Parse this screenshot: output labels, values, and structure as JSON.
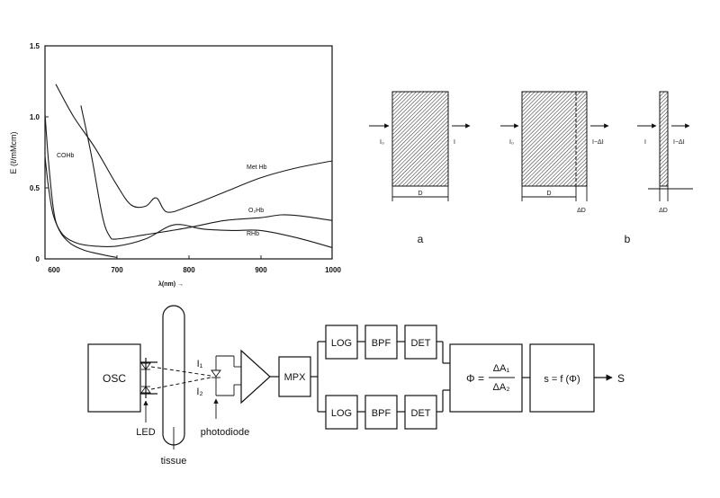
{
  "chart_data": {
    "type": "line",
    "title": "",
    "xlabel": "λ(nm) →",
    "ylabel": "E (ℓ/mMcm)",
    "xlim": [
      600,
      1000
    ],
    "ylim": [
      0,
      1.5
    ],
    "x_ticks": [
      "600",
      "700",
      "800",
      "900",
      "1000"
    ],
    "y_ticks": [
      "0",
      "0.5",
      "1.0",
      "1.5"
    ],
    "grid": false,
    "series": [
      {
        "name": "COHb",
        "x": [
          600,
          605,
          612,
          620,
          635,
          655,
          680,
          700
        ],
        "y": [
          1.02,
          0.68,
          0.34,
          0.2,
          0.11,
          0.06,
          0.03,
          0.01
        ]
      },
      {
        "name": "Met Hb",
        "x": [
          615,
          640,
          670,
          700,
          720,
          740,
          755,
          770,
          800,
          850,
          900,
          950,
          1000
        ],
        "y": [
          1.23,
          1.0,
          0.78,
          0.52,
          0.38,
          0.37,
          0.43,
          0.33,
          0.37,
          0.47,
          0.57,
          0.64,
          0.69
        ]
      },
      {
        "name": "O₂Hb",
        "x": [
          650,
          665,
          680,
          690,
          700,
          740,
          800,
          850,
          900,
          930,
          960,
          1000
        ],
        "y": [
          1.08,
          0.72,
          0.3,
          0.16,
          0.14,
          0.17,
          0.22,
          0.27,
          0.29,
          0.31,
          0.3,
          0.27
        ]
      },
      {
        "name": "RHb",
        "x": [
          600,
          605,
          612,
          625,
          645,
          670,
          700,
          740,
          780,
          820,
          860,
          900,
          950,
          1000
        ],
        "y": [
          0.72,
          0.5,
          0.3,
          0.17,
          0.11,
          0.09,
          0.09,
          0.14,
          0.24,
          0.21,
          0.2,
          0.2,
          0.15,
          0.08
        ]
      }
    ]
  },
  "slab_diagram": {
    "panel_a": {
      "label": "a",
      "i_in": "I₀",
      "i_out": "I",
      "width": "D"
    },
    "panel_b_mid": {
      "i_in": "I₀",
      "i_out": "I−ΔI",
      "width": "D",
      "delta": "ΔD"
    },
    "panel_b_right": {
      "i_in": "I",
      "i_out": "I−ΔI",
      "delta": "ΔD"
    },
    "label_b": "b"
  },
  "block_diagram": {
    "osc": "OSC",
    "led": "LED",
    "tissue": "tissue",
    "i1": "I₁",
    "i2": "I₂",
    "photodiode": "photodiode",
    "mpx": "MPX",
    "log": "LOG",
    "bpf": "BPF",
    "det": "DET",
    "phi_lhs": "Φ =",
    "phi_num": "ΔA₁",
    "phi_den": "ΔA₂",
    "s_func": "s = f (Φ)",
    "output": "S"
  }
}
